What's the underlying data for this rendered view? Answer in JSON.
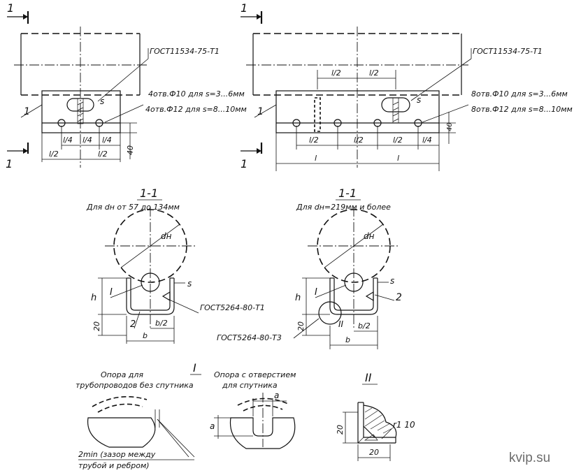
{
  "section_mark": "1",
  "section_title": "1-1",
  "top_left": {
    "gost": "ГОСТ11534-75-Т1",
    "holes_note_1": "4отв.Ф10 для s=3...6мм",
    "holes_note_2": "4отв.Ф12 для s=8...10мм",
    "pos_label": "1",
    "s_label": "s",
    "dim_l4": "l/4",
    "dim_l2": "l/2",
    "dim_40": "40"
  },
  "top_right": {
    "gost": "ГОСТ11534-75-Т1",
    "holes_note_1": "8отв.Ф10 для s=3...6мм",
    "holes_note_2": "8отв.Ф12 для s=8...10мм",
    "pos_label": "1",
    "s_label": "s",
    "dim_l2": "l/2",
    "dim_l4": "l/4",
    "dim_l": "l",
    "dim_40": "40"
  },
  "section_left": {
    "caption": "Для dн от 57 до 134мм",
    "d_label": "dн",
    "gost": "ГОСТ5264-80-Т1",
    "gost2": "ГОСТ5264-80-Т3",
    "h": "h",
    "b": "b",
    "b2": "b/2",
    "dim_20": "20",
    "s": "s",
    "mark_I": "I",
    "pos_2": "2"
  },
  "section_right": {
    "caption": "Для dн=219мм и более",
    "d_label": "dн",
    "h": "h",
    "b": "b",
    "b2": "b/2",
    "dim_20": "20",
    "s": "s",
    "mark_I": "I",
    "mark_II": "II",
    "pos_2": "2"
  },
  "detail_I": {
    "title": "I",
    "support1_line1": "Опора для",
    "support1_line2": "трубопроводов без спутника",
    "support2_line1": "Опора с отверстием",
    "support2_line2": "для спутника",
    "gap_line1": "2min (зазор между",
    "gap_line2": "трубой и ребром)",
    "a": "a"
  },
  "detail_II": {
    "title": "II",
    "dim_20": "20",
    "r": "r1 10"
  },
  "watermark": "kvip.su"
}
